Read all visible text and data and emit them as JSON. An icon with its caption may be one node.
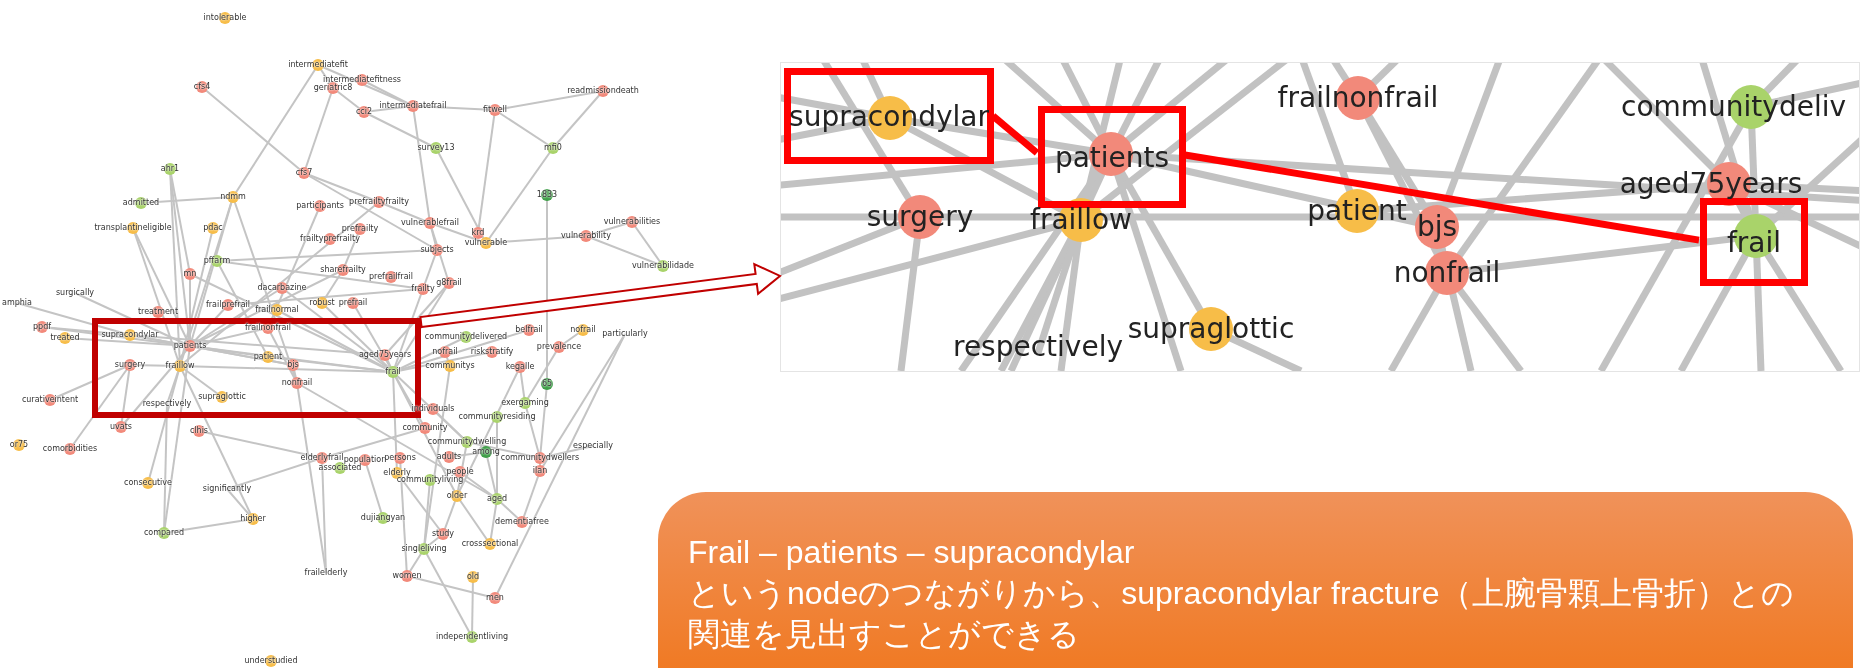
{
  "diagram": {
    "nodes": [
      {
        "text": [],
        "shape": "box"
      },
      {
        "text": [],
        "shape": "box"
      },
      {
        "text": [
          "supracondylar"
        ],
        "in": 1
      },
      {
        "text": [
          "patients"
        ],
        "in": 1
      },
      {
        "text": [
          "frail"
        ],
        "in": 1
      },
      {
        "text": [
          "Frail – patients – supracondylar",
          "というnodeのつながりから、supracondylar fracture（上腕骨顆上骨折）との関連を見出すことができる"
        ]
      }
    ],
    "edges": [
      {
        "from": 0,
        "to": 1,
        "arrow": "to",
        "color": "#c00000"
      },
      {
        "from": 2,
        "to": 3,
        "arrow": "none"
      },
      {
        "from": 3,
        "to": 4,
        "arrow": "none"
      }
    ],
    "labels": [
      "intolerable",
      "intermediatefit",
      "intermediatefitness",
      "geriatric8",
      "cfs4",
      "readmissiondeath",
      "intermediatefrail",
      "cci2",
      "fitwell",
      "survey13",
      "mfi0",
      "ahr1",
      "cfs7",
      "1833",
      "ndmm",
      "admitted",
      "prefrailtyfrailty",
      "participants",
      "prefrailty",
      "vulnerablefrail",
      "vulnerabilities",
      "transplantineligible",
      "pdac",
      "krd",
      "vulnerability",
      "frailtyprefrailty",
      "vulnerable",
      "subjects",
      "pffarm",
      "sharefrailty",
      "vulnerabilidade",
      "mn",
      "prefrailfrail",
      "g8frail",
      "frailty",
      "dacarbazine",
      "surgically",
      "amphia",
      "robust",
      "prefrail",
      "frailprefrail",
      "frailnormal",
      "treatment",
      "ppdf",
      "frailnonfrail",
      "belfrail",
      "nofrail",
      "communitydelivered",
      "particularly",
      "supracondylar",
      "treated",
      "patients",
      "prevalence",
      "riskstratify",
      "nofrail",
      "aged75years",
      "patient",
      "surgery",
      "fraillow",
      "bjs",
      "communitys",
      "kegalle",
      "frail",
      "nonfrail",
      "65",
      "curativeintent",
      "supraglottic",
      "exergaming",
      "respectively",
      "individuals",
      "communityresiding",
      "uvats",
      "clhis",
      "community",
      "communitydwelling",
      "or75",
      "comorbidities",
      "especially",
      "adults",
      "among",
      "communitydwellers",
      "elderlyfrail",
      "associated",
      "population",
      "persons",
      "elderly",
      "communityliving",
      "people",
      "ilan",
      "consecutive",
      "significantly",
      "older",
      "aged",
      "dujiangyan",
      "higher",
      "dementiafree",
      "compared",
      "study",
      "crosssectional",
      "singleliving",
      "frailelderly",
      "women",
      "old",
      "men",
      "independentliving",
      "understudied",
      "frailnonfrail",
      "communitydeliv",
      "aged75years",
      "patient",
      "surgery",
      "fraillow",
      "bjs",
      "nonfrail",
      "supraglottic",
      "respectively"
    ]
  }
}
